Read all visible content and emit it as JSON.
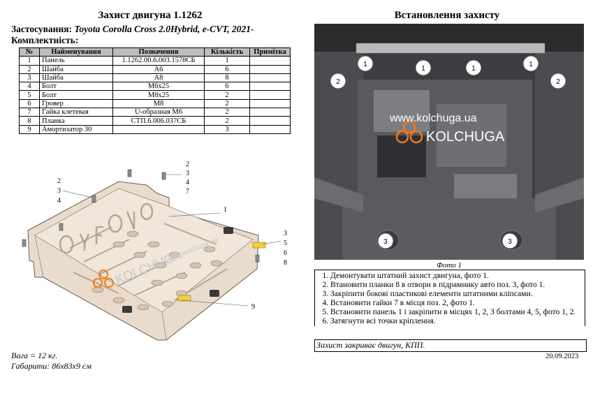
{
  "header": {
    "left_title": "Захист двигуна 1.1262",
    "right_title": "Встановлення захисту",
    "application_label": "Застосування:",
    "application_value": "Toyota Corolla Cross 2.0Hybrid, e-CVT, 2021-",
    "kit_label": "Комплектність:"
  },
  "parts_table": {
    "headers": [
      "№",
      "Найменування",
      "Позначення",
      "Кількість",
      "Примітка"
    ],
    "rows": [
      [
        "1",
        "Панель",
        "1.1262.00.6.003.1578СБ",
        "1",
        ""
      ],
      [
        "2",
        "Шайба",
        "А6",
        "6",
        ""
      ],
      [
        "3",
        "Шайба",
        "А8",
        "8",
        ""
      ],
      [
        "4",
        "Болт",
        "М6х25",
        "6",
        ""
      ],
      [
        "5",
        "Болт",
        "М8х25",
        "2",
        ""
      ],
      [
        "6",
        "Гровер",
        "М8",
        "2",
        ""
      ],
      [
        "7",
        "Гайка клетевая",
        "U-образная М6",
        "2",
        ""
      ],
      [
        "8",
        "Планка",
        "СТП.6.006.037СБ",
        "2",
        ""
      ],
      [
        "9",
        "Амортизатор 30",
        "",
        "3",
        ""
      ]
    ]
  },
  "drawing": {
    "callouts_top_left": [
      "2",
      "3",
      "4"
    ],
    "callouts_top_right": [
      "2",
      "3",
      "4",
      "7"
    ],
    "callout_panel": "1",
    "callouts_right": [
      "3",
      "5",
      "6",
      "8"
    ],
    "callout_bottom": "9",
    "watermark_logo": "KOLCHUGA",
    "watermark_url": "www.kolchuga.ua"
  },
  "photo": {
    "markers": [
      "1",
      "1",
      "1",
      "1",
      "2",
      "2",
      "3",
      "3"
    ],
    "watermark_url": "www.kolchuga.ua",
    "watermark_logo": "KOLCHUGA",
    "caption": "Фото 1"
  },
  "instructions": [
    "Демонтувати штатний захист двигуна, фото 1.",
    "Втановити планки 8 в отвори в підрамнику авто поз. 3, фото 1.",
    "Закріпити бокові пластикові елементи штатними кліпсами.",
    "Встановити гайки 7 в місця поз. 2, фото 1.",
    "Встановити панель 1 і закріпити в місцях 1, 2, 3 болтами 4, 5, фото 1, 2.",
    "Затягнути всі точки кріплення."
  ],
  "covers_note": "Захист закриває двигун, КПП.",
  "date": "20.09.2023",
  "weight": "Вага = 12 кг.",
  "dimensions": "Габарити: 86х83х9 см",
  "colors": {
    "table_header_bg": "#bdbdbd",
    "panel_fill": "#e8d9c8",
    "logo_orange": "#f07a1e",
    "photo_bg": "#3b3d40"
  }
}
